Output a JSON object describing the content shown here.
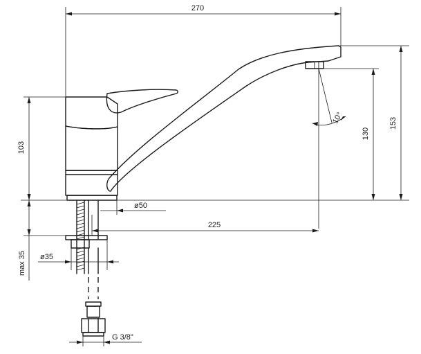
{
  "dimensions": {
    "overall_length": "270",
    "total_height": "153",
    "spout_height": "130",
    "body_height": "103",
    "reach": "225",
    "base_diameter": "ø50",
    "hole_diameter": "ø35",
    "max_thickness": "max 35",
    "thread": "G 3/8\"",
    "spout_angle": "10°"
  }
}
